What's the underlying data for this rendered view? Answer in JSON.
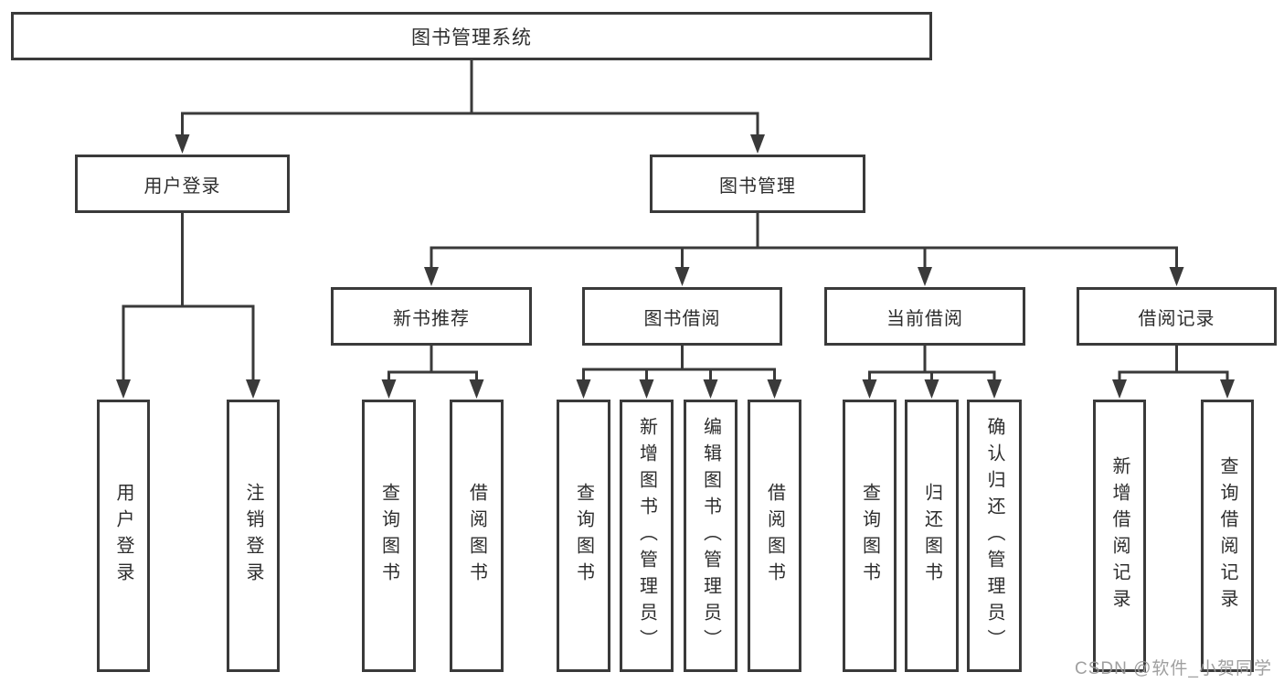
{
  "diagram": {
    "root": {
      "id": "root",
      "label": "图书管理系统",
      "children": [
        {
          "id": "user-login",
          "label": "用户登录",
          "children": [
            {
              "id": "login",
              "label": "用户登录"
            },
            {
              "id": "logout",
              "label": "注销登录"
            }
          ]
        },
        {
          "id": "book-mgmt",
          "label": "图书管理",
          "children": [
            {
              "id": "new-book-rec",
              "label": "新书推荐",
              "children": [
                {
                  "id": "query-books-1",
                  "label": "查询图书"
                },
                {
                  "id": "borrow-books-1",
                  "label": "借阅图书"
                }
              ]
            },
            {
              "id": "book-borrow",
              "label": "图书借阅",
              "children": [
                {
                  "id": "query-books-2",
                  "label": "查询图书"
                },
                {
                  "id": "add-books",
                  "label": "新增图书（管理员）"
                },
                {
                  "id": "edit-books",
                  "label": "编辑图书（管理员）"
                },
                {
                  "id": "borrow-books-2",
                  "label": "借阅图书"
                }
              ]
            },
            {
              "id": "current-borrow",
              "label": "当前借阅",
              "children": [
                {
                  "id": "query-books-3",
                  "label": "查询图书"
                },
                {
                  "id": "return-books",
                  "label": "归还图书"
                },
                {
                  "id": "confirm-return",
                  "label": "确认归还（管理员）"
                }
              ]
            },
            {
              "id": "borrow-records",
              "label": "借阅记录",
              "children": [
                {
                  "id": "add-borrow-record",
                  "label": "新增借阅记录"
                },
                {
                  "id": "query-borrow-record",
                  "label": "查询借阅记录"
                }
              ]
            }
          ]
        }
      ]
    },
    "watermark": "CSDN @软件_小贺同学",
    "colors": {
      "line": "#3a3a3a",
      "text": "#2d2d2d",
      "box_fill": "#ffffff",
      "watermark": "#979797",
      "background": "#ffffff"
    }
  }
}
